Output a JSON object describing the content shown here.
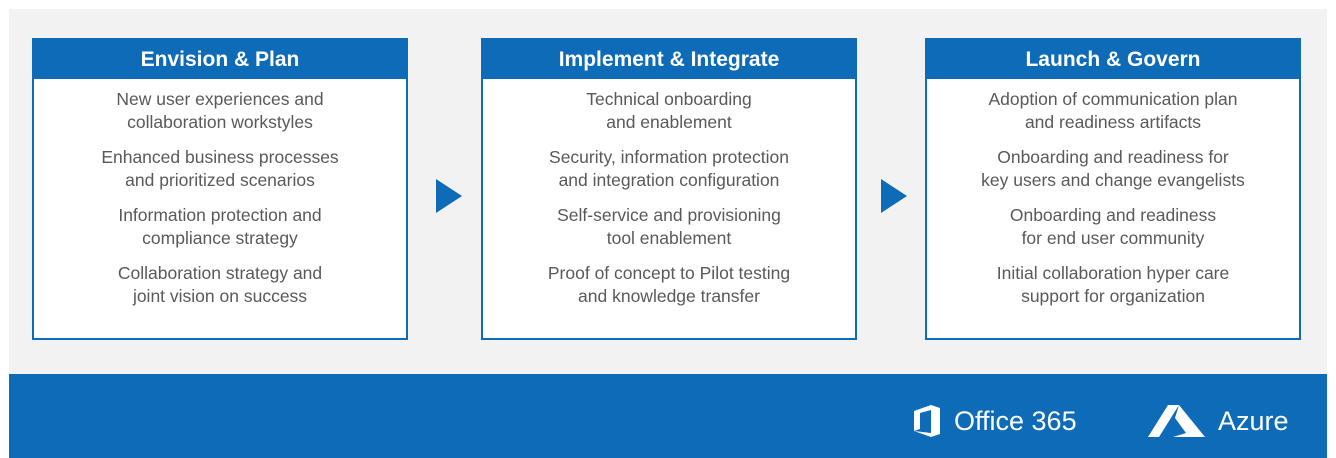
{
  "colors": {
    "primary": "#0e6bb8",
    "panel": "#f2f2f2",
    "text": "#595959"
  },
  "phases": [
    {
      "title": "Envision & Plan",
      "items": [
        [
          "New user experiences and",
          "collaboration workstyles"
        ],
        [
          "Enhanced business processes",
          "and prioritized scenarios"
        ],
        [
          "Information protection and",
          "compliance strategy"
        ],
        [
          "Collaboration strategy and",
          "joint vision on success"
        ]
      ]
    },
    {
      "title": "Implement & Integrate",
      "items": [
        [
          "Technical onboarding",
          "and enablement"
        ],
        [
          "Security, information protection",
          "and integration configuration"
        ],
        [
          "Self-service and provisioning",
          "tool enablement"
        ],
        [
          "Proof of concept to Pilot testing",
          "and knowledge transfer"
        ]
      ]
    },
    {
      "title": "Launch & Govern",
      "items": [
        [
          "Adoption of communication plan",
          "and readiness artifacts"
        ],
        [
          "Onboarding and readiness for",
          "key users and change evangelists"
        ],
        [
          "Onboarding and readiness",
          "for end user community"
        ],
        [
          "Initial collaboration hyper care",
          "support for organization"
        ]
      ]
    }
  ],
  "footer": {
    "office_label": "Office 365",
    "office_icon": "office-logo-icon",
    "azure_label": "Azure",
    "azure_icon": "azure-logo-icon"
  }
}
